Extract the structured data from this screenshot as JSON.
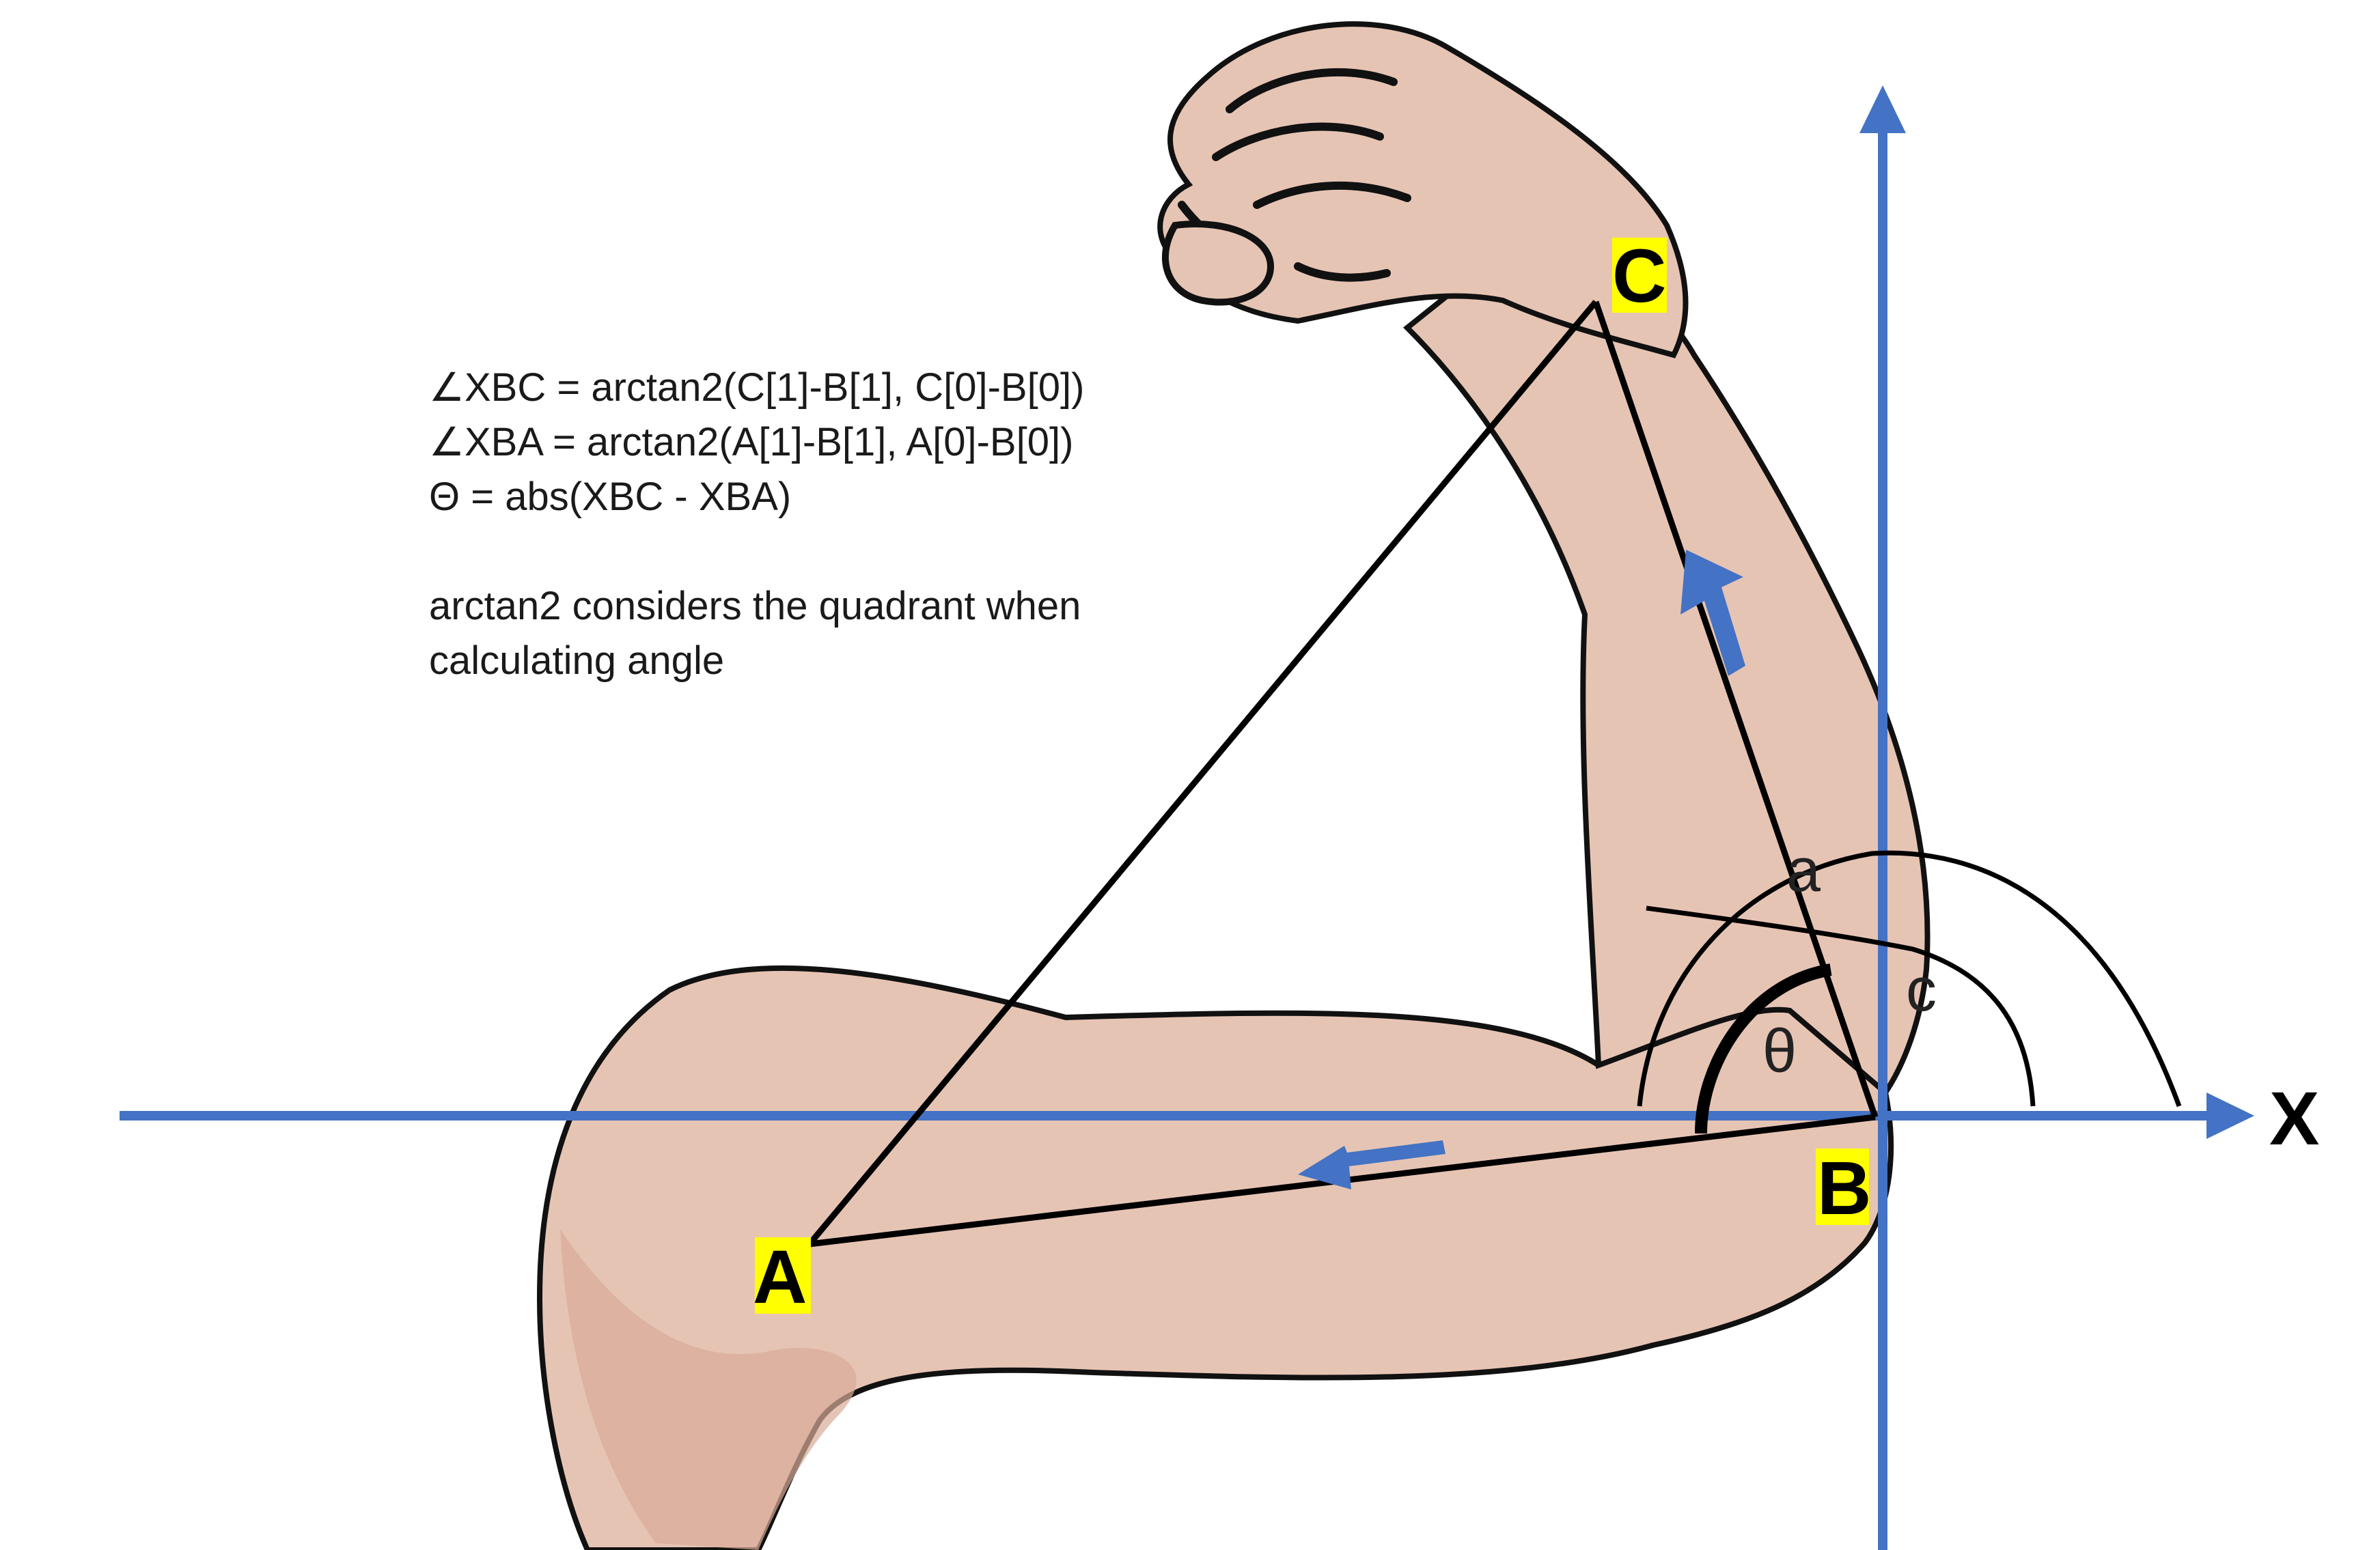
{
  "formulas": {
    "xbc": "∠XBC = arctan2(C[1]-B[1], C[0]-B[0])",
    "xba": "∠XBA = arctan2(A[1]-B[1], A[0]-B[0])",
    "theta": "Θ = abs(XBC - XBA)"
  },
  "note": {
    "line1": "arctan2 considers the quadrant when",
    "line2": "calculating angle"
  },
  "points": {
    "a": "A",
    "b": "B",
    "c": "C"
  },
  "axis": {
    "x_label": "X"
  },
  "angles": {
    "a_symbol": "a",
    "c_symbol": "c",
    "theta_symbol": "θ"
  },
  "colors": {
    "axis": "#4472c4",
    "skin": "#e6c4b4",
    "skin_shadow": "#d8ab98",
    "label_highlight": "#ffff00",
    "line": "#000000"
  }
}
